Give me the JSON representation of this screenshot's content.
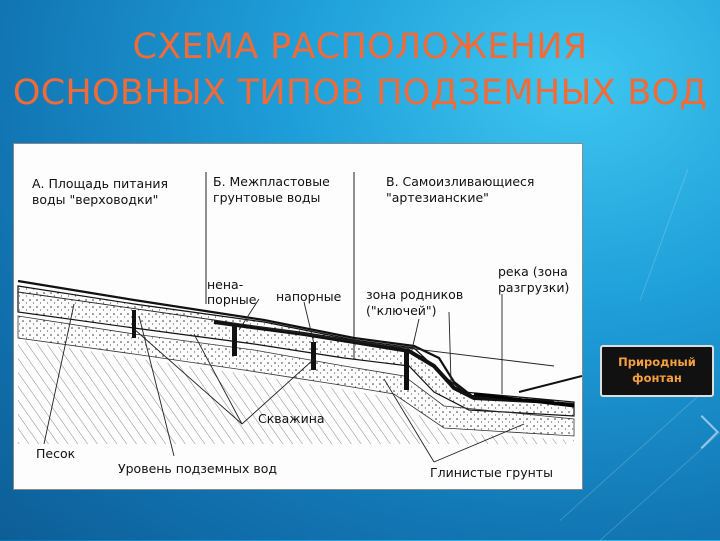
{
  "title": {
    "line1": "СХЕМА РАСПОЛОЖЕНИЯ",
    "line2": "ОСНОВНЫХ ТИПОВ ПОДЗЕМНЫХ ВОД"
  },
  "diagram": {
    "section_a": [
      "А. Площадь питания",
      "воды \"верховодки\""
    ],
    "section_b": [
      "Б. Межпластовые",
      "грунтовые воды"
    ],
    "section_c": [
      "В. Самоизливающиеся",
      "\"артезианские\""
    ],
    "nenapornye": [
      "нена-",
      "порные"
    ],
    "napornye": "напорные",
    "springs_zone": [
      "зона родников",
      "(\"ключей\")"
    ],
    "river": [
      "река (зона",
      "разгрузки)"
    ],
    "well": "Скважина",
    "sand": "Песок",
    "groundwater_level": "Уровень подземных вод",
    "clay_soils": "Глинистые грунты"
  },
  "callout": {
    "line1": "Природный",
    "line2": "фонтан"
  }
}
